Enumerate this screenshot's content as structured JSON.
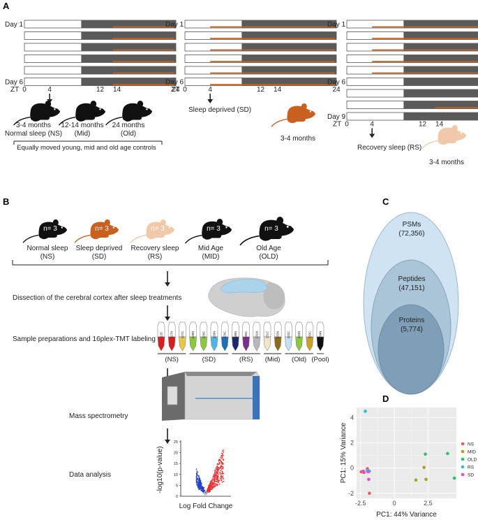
{
  "panels": {
    "a": "A",
    "b": "B",
    "c": "C",
    "d": "D"
  },
  "colors": {
    "black_mouse": "#111111",
    "sd_mouse": "#c8601f",
    "rs_mouse": "#f2c9a8",
    "dark_period": "#5a5a5a",
    "activity_line": "#c8601f",
    "ellipse_outer": "#cfe3f2",
    "ellipse_mid": "#aac4d8",
    "ellipse_inner": "#7f9fb8",
    "cortex": "#a9d4ec",
    "brain": "#cfcfcf"
  },
  "panel_a": {
    "day_first": "Day 1",
    "day_last": "Day 6",
    "day_recovery": "Day 9",
    "zt_label": "ZT",
    "ticks": [
      "0",
      "4",
      "12",
      "14",
      "24"
    ],
    "control": {
      "groups": [
        {
          "age": "3-4 months",
          "label": "Normal sleep (NS)"
        },
        {
          "age": "12-14 months",
          "label": "(Mid)"
        },
        {
          "age": "24 months",
          "label": "(Old)"
        }
      ],
      "footnote": "Equally moved young, mid and old age controls"
    },
    "sd": {
      "label": "Sleep deprived (SD)",
      "age": "3-4 months"
    },
    "rs": {
      "label": "Recovery sleep (RS)",
      "age": "3-4 months"
    }
  },
  "panel_b": {
    "mice": [
      {
        "n": "n= 3",
        "label": "Normal sleep",
        "code": "(NS)"
      },
      {
        "n": "n= 3",
        "label": "Sleep deprived",
        "code": "(SD)"
      },
      {
        "n": "n= 3",
        "label": "Recovery sleep",
        "code": "(RS)"
      },
      {
        "n": "n= 3",
        "label": "Mid Age",
        "code": "(MID)"
      },
      {
        "n": "n= 3",
        "label": "Old Age",
        "code": "(OLD)"
      }
    ],
    "steps": [
      "Dissection of the cerebral cortex after sleep treatments",
      "Sample preparations and 16plex-TMT labeling",
      "Mass spectrometry",
      "Data analysis"
    ],
    "tmt_tags": [
      "126",
      "127N",
      "127C",
      "128N",
      "128C",
      "129N",
      "129C",
      "130N",
      "130C",
      "131N",
      "131C",
      "132N",
      "132C",
      "133N",
      "133C",
      "134N"
    ],
    "tube_colors": [
      "#d62020",
      "#d62020",
      "#e8c84a",
      "#8dc63f",
      "#8dc63f",
      "#4fb7e6",
      "#1f6fb8",
      "#1a2a6b",
      "#7b2f8f",
      "#b8b8b8",
      "#f0e6cc",
      "#8a6d1e",
      "#c6dff2",
      "#8dc63f",
      "#c9a227",
      "#111111"
    ],
    "group_labels": [
      "(NS)",
      "(SD)",
      "(RS)",
      "(Mid)",
      "(Old)",
      "(Pool)"
    ],
    "volcano": {
      "ylabel": "-log10(p-value)",
      "xlabel": "Log Fold Change",
      "yticks": [
        "0",
        "5",
        "10",
        "15",
        "20",
        "25"
      ]
    }
  },
  "panel_c": {
    "psms": {
      "label": "PSMs",
      "value": "(72,356)"
    },
    "peptides": {
      "label": "Peptides",
      "value": "(47,151)"
    },
    "proteins": {
      "label": "Proteins",
      "value": "(5,774)"
    }
  },
  "chart_data": {
    "type": "scatter",
    "xlabel": "PC1: 44% Variance",
    "ylabel": "PC1: 15% Variance",
    "xlim": [
      -2.8,
      4.6
    ],
    "ylim": [
      -2.4,
      4.8
    ],
    "xticks": [
      -2.5,
      0,
      2.5
    ],
    "xtick_labels": [
      "-2.5",
      "0",
      "2.5"
    ],
    "yticks": [
      -2,
      0,
      2,
      4
    ],
    "ytick_labels": [
      "-2",
      "0",
      "2",
      "4"
    ],
    "grid": true,
    "legend_position": "right",
    "series": [
      {
        "name": "NS",
        "color": "#f05a5a",
        "x": [
          -2.45,
          -2.25,
          -2.0,
          -1.85
        ],
        "y": [
          -0.3,
          -0.35,
          -0.05,
          -2.0
        ]
      },
      {
        "name": "MID",
        "color": "#a3a31a",
        "x": [
          1.6,
          2.2,
          2.35
        ],
        "y": [
          -0.95,
          0.05,
          -0.9
        ]
      },
      {
        "name": "OLD",
        "color": "#2bc26a",
        "x": [
          2.3,
          3.95,
          4.45
        ],
        "y": [
          1.1,
          1.15,
          -0.8
        ]
      },
      {
        "name": "RS",
        "color": "#36b6d8",
        "x": [
          -2.15,
          -2.0,
          -1.85
        ],
        "y": [
          4.5,
          -0.2,
          -0.25
        ]
      },
      {
        "name": "SD",
        "color": "#d94fe0",
        "x": [
          -2.3,
          -1.95,
          -1.9
        ],
        "y": [
          -0.25,
          -0.3,
          -0.9
        ]
      }
    ]
  }
}
